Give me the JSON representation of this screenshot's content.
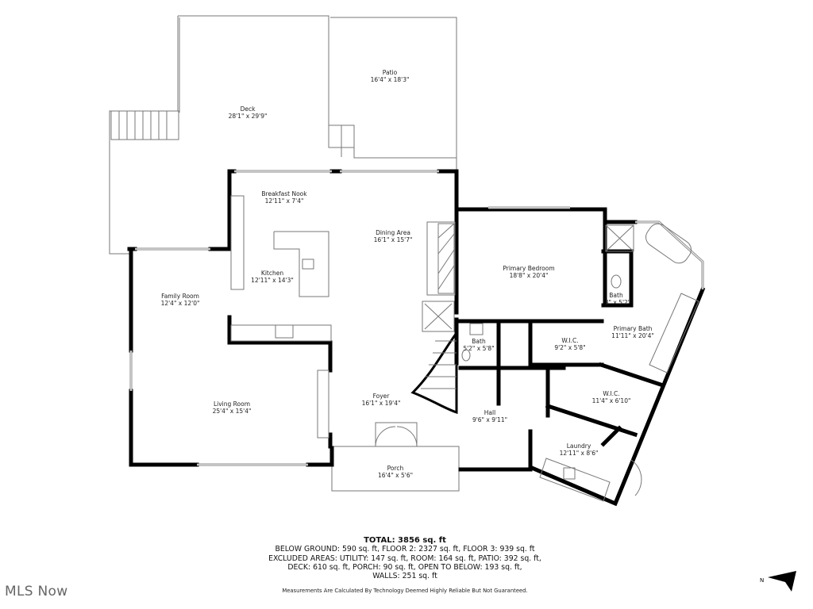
{
  "rooms": {
    "patio": {
      "name": "Patio",
      "dims": "16'4\" x 18'3\""
    },
    "deck": {
      "name": "Deck",
      "dims": "28'1\" x 29'9\""
    },
    "breakfast_nook": {
      "name": "Breakfast Nook",
      "dims": "12'11\" x 7'4\""
    },
    "dining_area": {
      "name": "Dining Area",
      "dims": "16'1\" x 15'7\""
    },
    "kitchen": {
      "name": "Kitchen",
      "dims": "12'11\" x 14'3\""
    },
    "family_room": {
      "name": "Family Room",
      "dims": "12'4\" x 12'0\""
    },
    "living_room": {
      "name": "Living Room",
      "dims": "25'4\" x 15'4\""
    },
    "foyer": {
      "name": "Foyer",
      "dims": "16'1\" x 19'4\""
    },
    "porch": {
      "name": "Porch",
      "dims": "16'4\" x 5'6\""
    },
    "primary_bedroom": {
      "name": "Primary Bedroom",
      "dims": "18'8\" x 20'4\""
    },
    "bath_small": {
      "name": "Bath",
      "dims": "3\" x 5'2\""
    },
    "primary_bath": {
      "name": "Primary Bath",
      "dims": "11'11\" x 20'4\""
    },
    "bath": {
      "name": "Bath",
      "dims": "5'2\" x 5'8\""
    },
    "wic_1": {
      "name": "W.I.C.",
      "dims": "9'2\" x 5'8\""
    },
    "wic_2": {
      "name": "W.I.C.",
      "dims": "11'4\" x 6'10\""
    },
    "hall": {
      "name": "Hall",
      "dims": "9'6\" x 9'11\""
    },
    "laundry": {
      "name": "Laundry",
      "dims": "12'11\" x 8'6\""
    }
  },
  "summary": {
    "total": "TOTAL: 3856 sq. ft",
    "line1": "BELOW GROUND: 590 sq. ft, FLOOR 2: 2327 sq. ft, FLOOR 3: 939 sq. ft",
    "line2": "EXCLUDED AREAS: UTILITY: 147 sq. ft, ROOM: 164 sq. ft, PATIO: 392 sq. ft,",
    "line3": "DECK: 610 sq. ft, PORCH: 90 sq. ft, OPEN TO BELOW: 193 sq. ft,",
    "line4": "WALLS: 251 sq. ft",
    "disclaimer": "Measurements Are Calculated By Technology Deemed Highly Reliable But Not Guaranteed."
  },
  "logo": "MLS Now",
  "compass": {
    "label": "N",
    "icon": "north-arrow-icon"
  }
}
